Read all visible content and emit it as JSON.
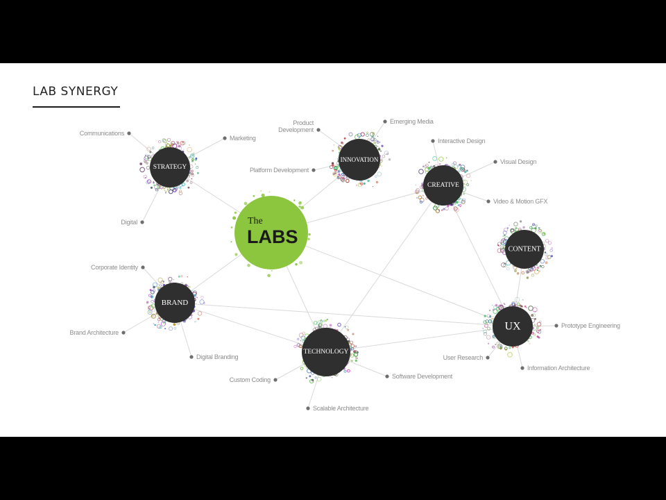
{
  "slide": {
    "title": "LAB SYNERGY"
  },
  "colors": {
    "hub": "#2f2f2f",
    "center": "#8cc63f",
    "edge": "#d9d9d9",
    "leaf_dot": "#6e6e6e",
    "leaf_text": "#8c8c8c"
  },
  "center": {
    "label_top": "The",
    "label_main": "LABS"
  },
  "hubs": [
    {
      "id": "strategy",
      "label": "STRATEGY",
      "leaves": [
        {
          "id": "communications",
          "label": "Communications"
        },
        {
          "id": "marketing",
          "label": "Marketing"
        },
        {
          "id": "digital",
          "label": "Digital"
        }
      ]
    },
    {
      "id": "innovation",
      "label": "INNOVATION",
      "leaves": [
        {
          "id": "product-development",
          "label": "Product Development"
        },
        {
          "id": "emerging-media",
          "label": "Emerging Media"
        },
        {
          "id": "platform-development",
          "label": "Platform Development"
        }
      ]
    },
    {
      "id": "creative",
      "label": "CREATIVE",
      "leaves": [
        {
          "id": "interactive-design",
          "label": "Interactive Design"
        },
        {
          "id": "visual-design",
          "label": "Visual Design"
        },
        {
          "id": "video-motion-gfx",
          "label": "Video & Motion GFX"
        }
      ]
    },
    {
      "id": "content",
      "label": "CONTENT",
      "leaves": []
    },
    {
      "id": "brand",
      "label": "BRAND",
      "leaves": [
        {
          "id": "corporate-identity",
          "label": "Corporate Identity"
        },
        {
          "id": "brand-architecture",
          "label": "Brand Architecture"
        },
        {
          "id": "digital-branding",
          "label": "Digital Branding"
        }
      ]
    },
    {
      "id": "technology",
      "label": "TECHNOLOGY",
      "leaves": [
        {
          "id": "custom-coding",
          "label": "Custom Coding"
        },
        {
          "id": "software-development",
          "label": "Software Development"
        },
        {
          "id": "scalable-architecture",
          "label": "Scalable Architecture"
        }
      ]
    },
    {
      "id": "ux",
      "label": "UX",
      "leaves": [
        {
          "id": "prototype-engineering",
          "label": "Prototype Engineering"
        },
        {
          "id": "user-research",
          "label": "User Research"
        },
        {
          "id": "information-architecture",
          "label": "Information Architecture"
        }
      ]
    }
  ],
  "connections": [
    [
      "center",
      "strategy"
    ],
    [
      "center",
      "innovation"
    ],
    [
      "center",
      "creative"
    ],
    [
      "center",
      "brand"
    ],
    [
      "center",
      "technology"
    ],
    [
      "center",
      "ux"
    ],
    [
      "creative",
      "technology"
    ],
    [
      "creative",
      "ux"
    ],
    [
      "content",
      "ux"
    ],
    [
      "brand",
      "technology"
    ],
    [
      "brand",
      "ux"
    ],
    [
      "technology",
      "ux"
    ]
  ]
}
